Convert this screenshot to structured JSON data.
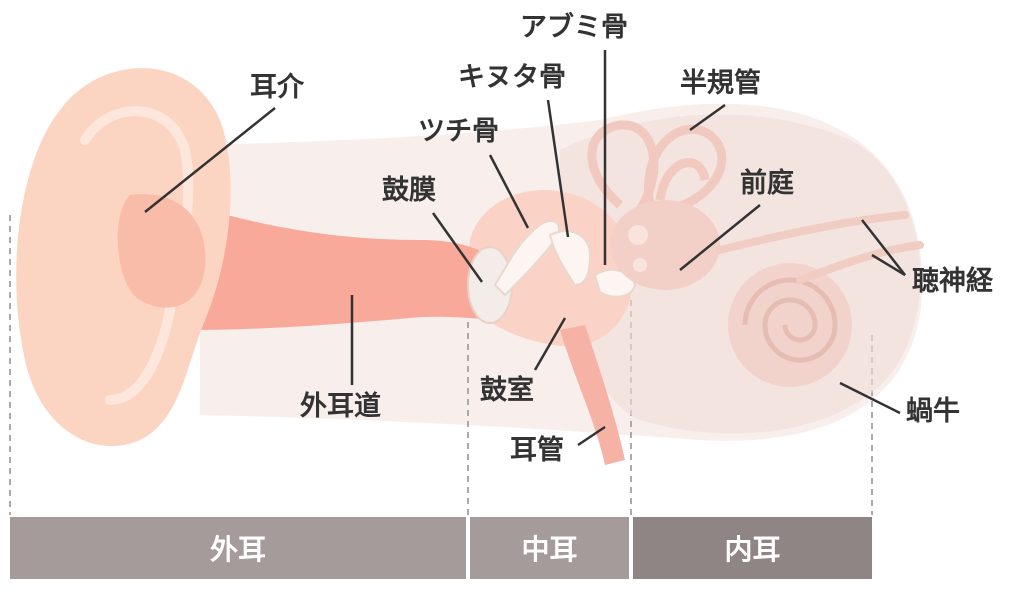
{
  "labels": {
    "pinna": "耳介",
    "stapes": "アブミ骨",
    "incus": "キヌタ骨",
    "malleus": "ツチ骨",
    "eardrum": "鼓膜",
    "semicircular_canals": "半規管",
    "vestibule": "前庭",
    "auditory_nerve": "聴神経",
    "ear_canal": "外耳道",
    "tympanic_cavity": "鼓室",
    "eustachian_tube": "耳管",
    "cochlea": "蝸牛"
  },
  "sections": {
    "outer": "外耳",
    "middle": "中耳",
    "inner": "内耳"
  },
  "colors": {
    "outer_bar": "#a59b9a",
    "middle_bar": "#a59b9a",
    "inner_bar": "#8f8584",
    "leader_line": "#333333",
    "dashed_line": "#aaaaaa"
  }
}
